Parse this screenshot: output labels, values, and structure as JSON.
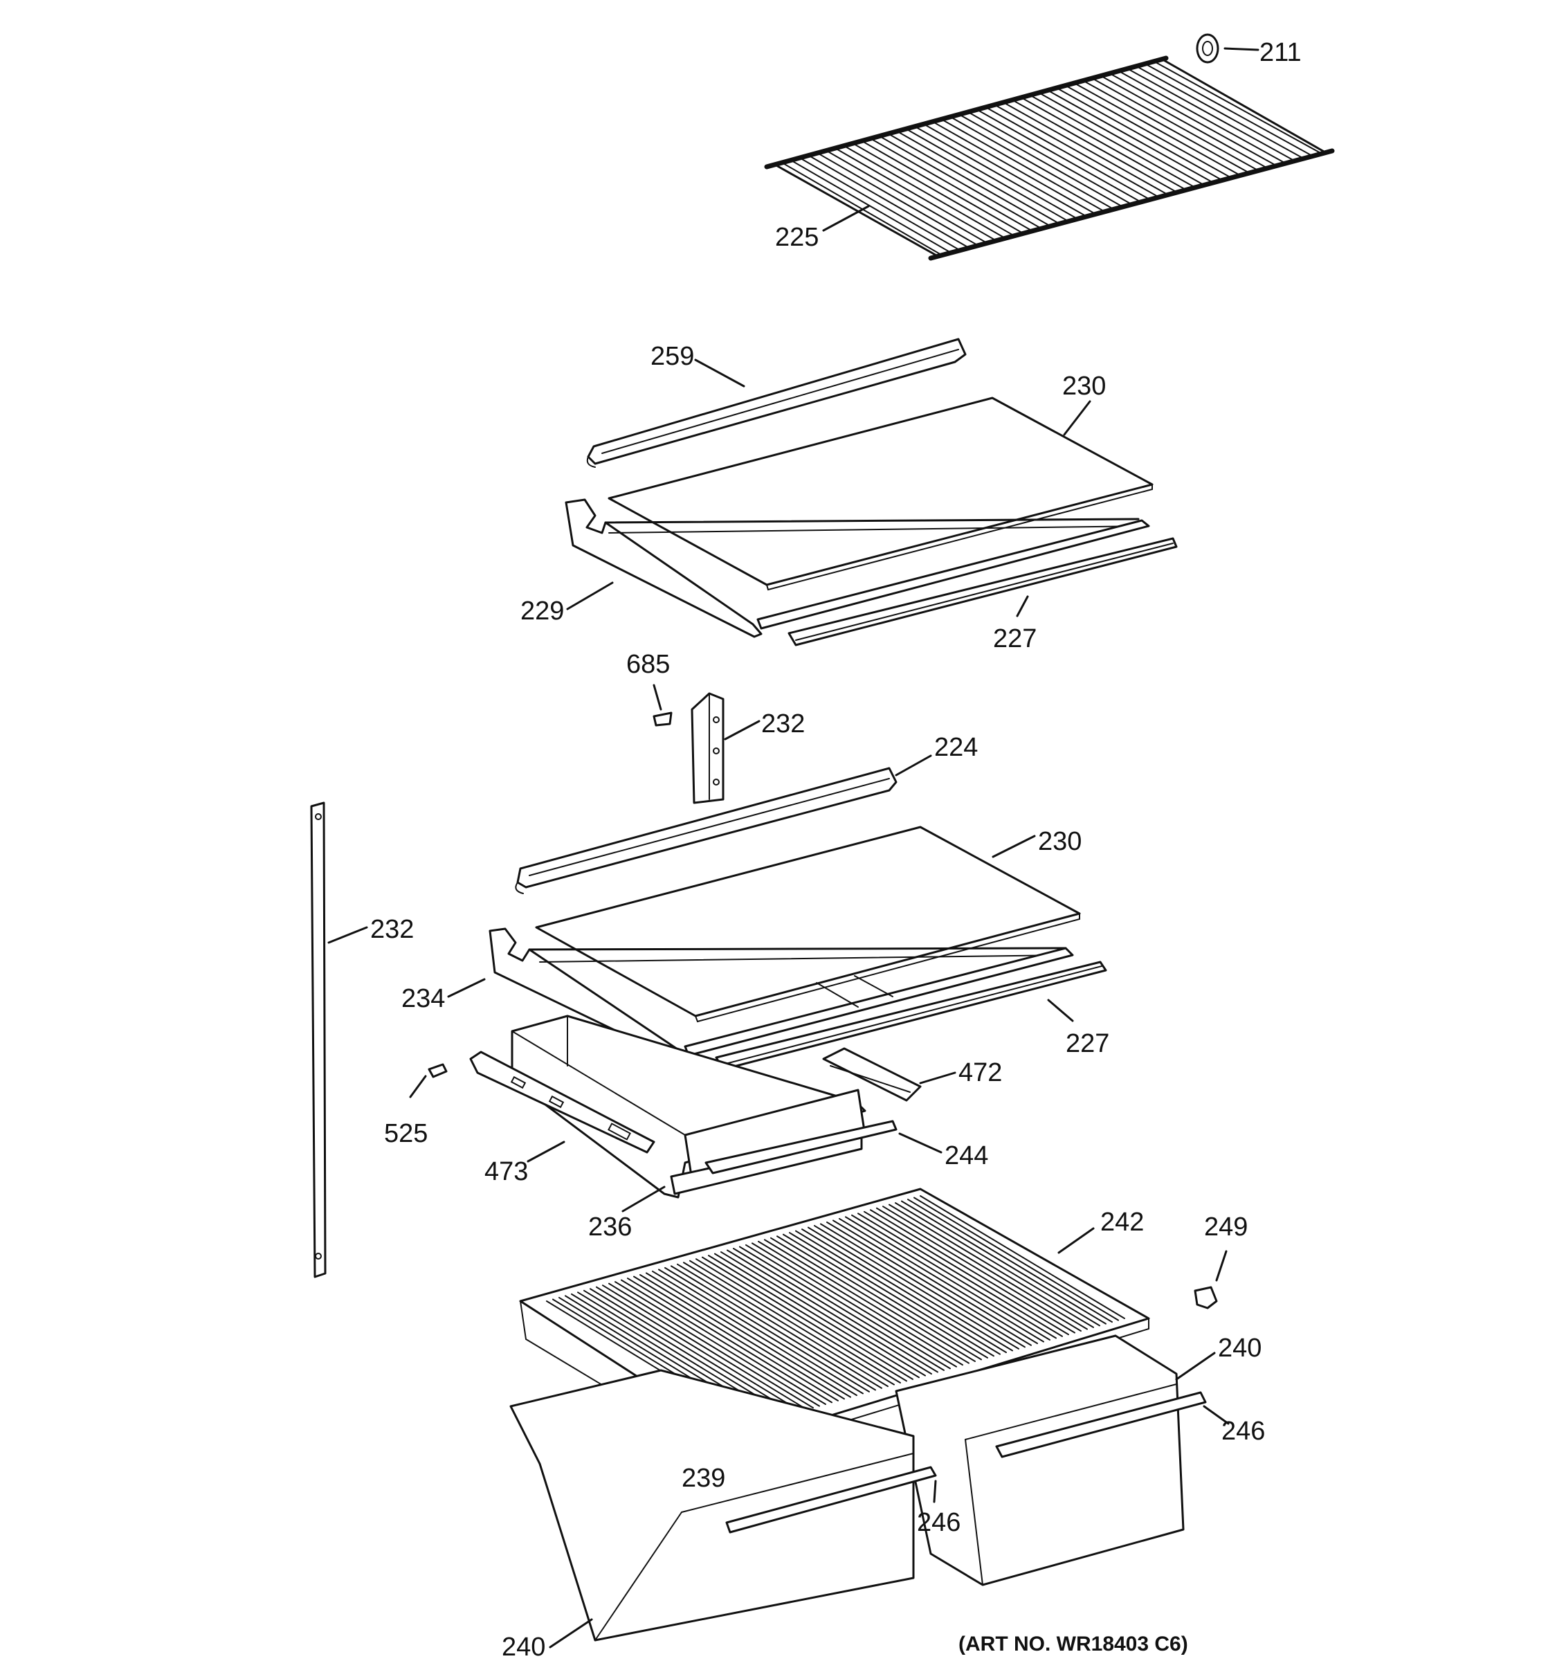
{
  "parts": [
    {
      "id": "lbl-211",
      "label": "211"
    },
    {
      "id": "lbl-225",
      "label": "225"
    },
    {
      "id": "lbl-259",
      "label": "259"
    },
    {
      "id": "lbl-230a",
      "label": "230"
    },
    {
      "id": "lbl-229",
      "label": "229"
    },
    {
      "id": "lbl-227a",
      "label": "227"
    },
    {
      "id": "lbl-685",
      "label": "685"
    },
    {
      "id": "lbl-232a",
      "label": "232"
    },
    {
      "id": "lbl-224",
      "label": "224"
    },
    {
      "id": "lbl-230b",
      "label": "230"
    },
    {
      "id": "lbl-232b",
      "label": "232"
    },
    {
      "id": "lbl-234",
      "label": "234"
    },
    {
      "id": "lbl-227b",
      "label": "227"
    },
    {
      "id": "lbl-472",
      "label": "472"
    },
    {
      "id": "lbl-525",
      "label": "525"
    },
    {
      "id": "lbl-244",
      "label": "244"
    },
    {
      "id": "lbl-473",
      "label": "473"
    },
    {
      "id": "lbl-236",
      "label": "236"
    },
    {
      "id": "lbl-242",
      "label": "242"
    },
    {
      "id": "lbl-249",
      "label": "249"
    },
    {
      "id": "lbl-240a",
      "label": "240"
    },
    {
      "id": "lbl-246a",
      "label": "246"
    },
    {
      "id": "lbl-239",
      "label": "239"
    },
    {
      "id": "lbl-246b",
      "label": "246"
    },
    {
      "id": "lbl-240b",
      "label": "240"
    }
  ],
  "art_number": "(ART NO.  WR18403 C6)"
}
